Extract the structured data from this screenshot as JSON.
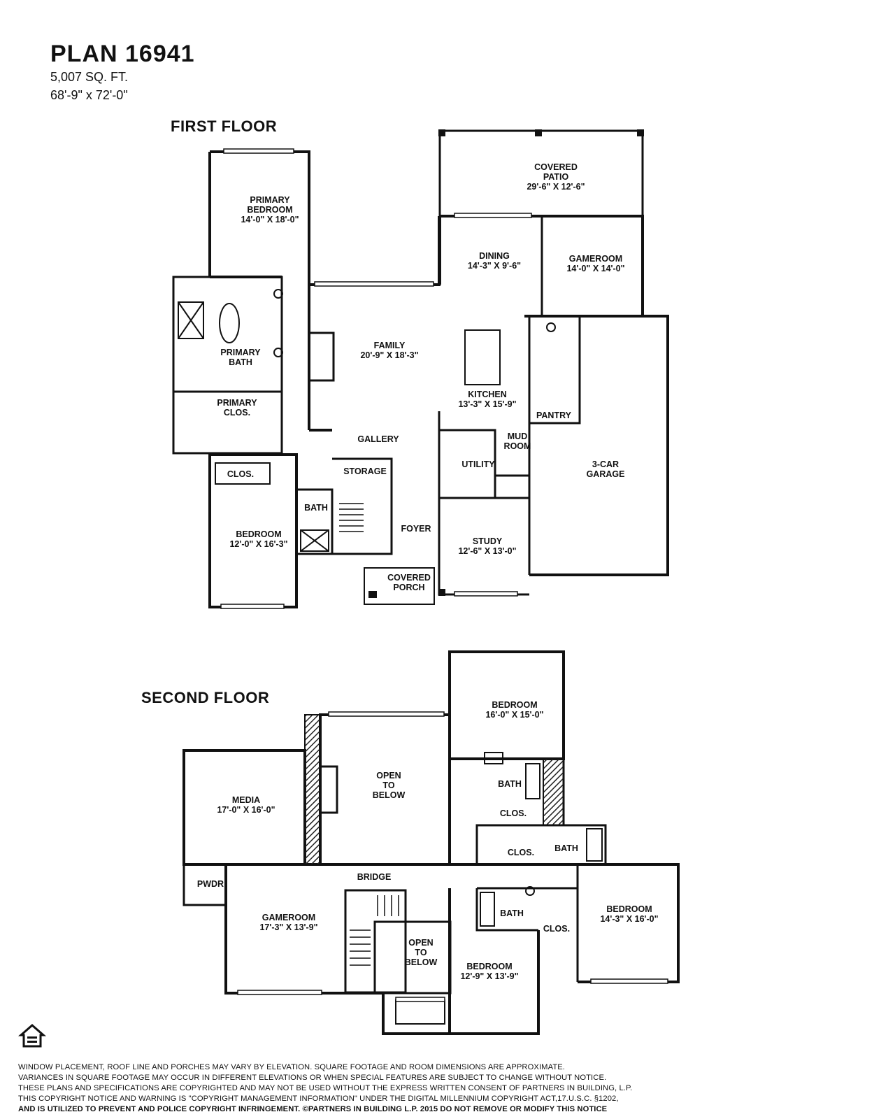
{
  "header": {
    "plan_title": "PLAN 16941",
    "sq_ft": "5,007 SQ. FT.",
    "dimensions": "68'-9\" x 72'-0\""
  },
  "first_floor": {
    "title": "FIRST FLOOR",
    "rooms": {
      "covered_patio": {
        "name": "COVERED\nPATIO",
        "size": "29'-6\" X 12'-6\""
      },
      "primary_bedroom": {
        "name": "PRIMARY\nBEDROOM",
        "size": "14'-0\" X 18'-0\""
      },
      "dining": {
        "name": "DINING",
        "size": "14'-3\" X 9'-6\""
      },
      "gameroom": {
        "name": "GAMEROOM",
        "size": "14'-0\" X 14'-0\""
      },
      "family": {
        "name": "FAMILY",
        "size": "20'-9\" X 18'-3\""
      },
      "primary_bath": {
        "name": "PRIMARY\nBATH",
        "size": ""
      },
      "kitchen": {
        "name": "KITCHEN",
        "size": "13'-3\" X 15'-9\""
      },
      "pantry": {
        "name": "PANTRY",
        "size": ""
      },
      "primary_clos": {
        "name": "PRIMARY\nCLOS.",
        "size": ""
      },
      "gallery": {
        "name": "GALLERY",
        "size": ""
      },
      "mud_room": {
        "name": "MUD\nROOM",
        "size": ""
      },
      "garage": {
        "name": "3-CAR\nGARAGE",
        "size": ""
      },
      "clos": {
        "name": "CLOS.",
        "size": ""
      },
      "storage": {
        "name": "STORAGE",
        "size": ""
      },
      "utility": {
        "name": "UTILITY",
        "size": ""
      },
      "bath": {
        "name": "BATH",
        "size": ""
      },
      "bedroom": {
        "name": "BEDROOM",
        "size": "12'-0\" X 16'-3\""
      },
      "foyer": {
        "name": "FOYER",
        "size": ""
      },
      "study": {
        "name": "STUDY",
        "size": "12'-6\" X 13'-0\""
      },
      "covered_porch": {
        "name": "COVERED\nPORCH",
        "size": ""
      }
    }
  },
  "second_floor": {
    "title": "SECOND FLOOR",
    "rooms": {
      "bedroom_2": {
        "name": "BEDROOM",
        "size": "16'-0\" X 15'-0\""
      },
      "open_to_below_1": {
        "name": "OPEN\nTO\nBELOW",
        "size": ""
      },
      "media": {
        "name": "MEDIA",
        "size": "17'-0\" X 16'-0\""
      },
      "bath_2": {
        "name": "BATH",
        "size": ""
      },
      "clos_2": {
        "name": "CLOS.",
        "size": ""
      },
      "clos_3": {
        "name": "CLOS.",
        "size": ""
      },
      "bath_3": {
        "name": "BATH",
        "size": ""
      },
      "bridge": {
        "name": "BRIDGE",
        "size": ""
      },
      "pwdr": {
        "name": "PWDR",
        "size": ""
      },
      "bedroom_3": {
        "name": "BEDROOM",
        "size": "14'-3\" X 16'-0\""
      },
      "gameroom_2": {
        "name": "GAMEROOM",
        "size": "17'-3\" X 13'-9\""
      },
      "bath_4": {
        "name": "BATH",
        "size": ""
      },
      "clos_4": {
        "name": "CLOS.",
        "size": ""
      },
      "open_to_below_2": {
        "name": "OPEN\nTO\nBELOW",
        "size": ""
      },
      "bedroom_4": {
        "name": "BEDROOM",
        "size": "12'-9\" X 13'-9\""
      }
    }
  },
  "disclaimer": {
    "line1": "WINDOW PLACEMENT, ROOF LINE AND PORCHES MAY VARY BY ELEVATION.  SQUARE FOOTAGE AND ROOM DIMENSIONS ARE APPROXIMATE.",
    "line2": "VARIANCES IN SQUARE FOOTAGE MAY OCCUR IN DIFFERENT ELEVATIONS OR WHEN SPECIAL FEATURES ARE SUBJECT TO CHANGE WITHOUT NOTICE.",
    "line3": "THESE PLANS AND SPECIFICATIONS ARE COPYRIGHTED AND MAY NOT BE USED WITHOUT THE EXPRESS WRITTEN CONSENT OF PARTNERS IN BUILDING, L.P.",
    "line4": "THIS COPYRIGHT NOTICE AND WARNING IS \"COPYRIGHT MANAGEMENT INFORMATION\" UNDER THE DIGITAL MILLENNIUM COPYRIGHT ACT,17.U.S.C. §1202,",
    "line5": "AND IS UTILIZED TO PREVENT AND POLICE COPYRIGHT INFRINGEMENT.  ©PARTNERS IN BUILDING L.P.  2015  DO NOT REMOVE OR MODIFY THIS NOTICE",
    "logo_text": "EQUAL HOUSING OPPORTUNITY"
  }
}
